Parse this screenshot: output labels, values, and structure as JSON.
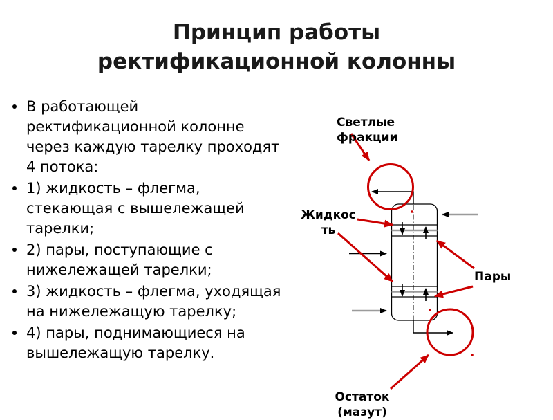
{
  "slide": {
    "title": "Принцип работы\nректификационной колонны",
    "bullets": [
      "В работающей\nректификационной колонне\nчерез каждую тарелку проходят\n4 потока:",
      "1) жидкость – флегма,\nстекающая с вышележащей\nтарелки;",
      "2) пары, поступающие с\nнижележащей тарелки;",
      "3) жидкость – флегма, уходящая\nна нижележащую тарелку;",
      "4) пары, поднимающиеся на\nвышележащую тарелку."
    ],
    "diagram": {
      "labels": {
        "light_fractions": "Светлые\nфракции",
        "liquid": "Жидкос\nть",
        "vapors": "Пары",
        "residue": "Остаток\n(мазут)"
      },
      "colors": {
        "annotation_red": "#cc0000",
        "pipe_gray": "#9b9b9b",
        "line_black": "#000000",
        "text_dark": "#1a1a1a"
      }
    }
  }
}
